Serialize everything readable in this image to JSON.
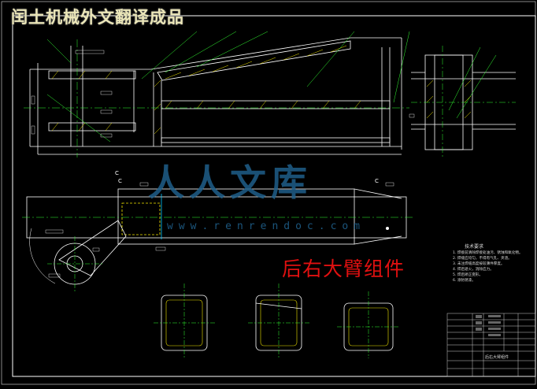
{
  "watermark": {
    "title": "闰土机械外文翻译成品",
    "logo_text": "人人文库",
    "url": "www.renrendoc.com"
  },
  "drawing": {
    "name": "后右大臂组件",
    "section_labels": [
      "C",
      "C",
      "C"
    ],
    "tech_notes_title": "技术要求",
    "tech_notes": [
      "1. 焊接前清除焊接处油污、锈蚀和氧化物。",
      "2. 焊缝应均匀，不得有气孔、夹渣。",
      "3. 未注焊缝高度按较薄件厚度。",
      "4. 焊后退火，消除应力。",
      "5. 焊后矫正变形。",
      "6. 涂防锈漆。"
    ],
    "title_block_name": "后右大臂组件"
  },
  "colors": {
    "background": "#000000",
    "line_white": "#ffffff",
    "line_yellow": "#f2e600",
    "line_cyan": "#00c8ff",
    "line_green": "#33ff33",
    "accent_red": "#e01010",
    "watermark_blue": "#1f5f8a"
  }
}
